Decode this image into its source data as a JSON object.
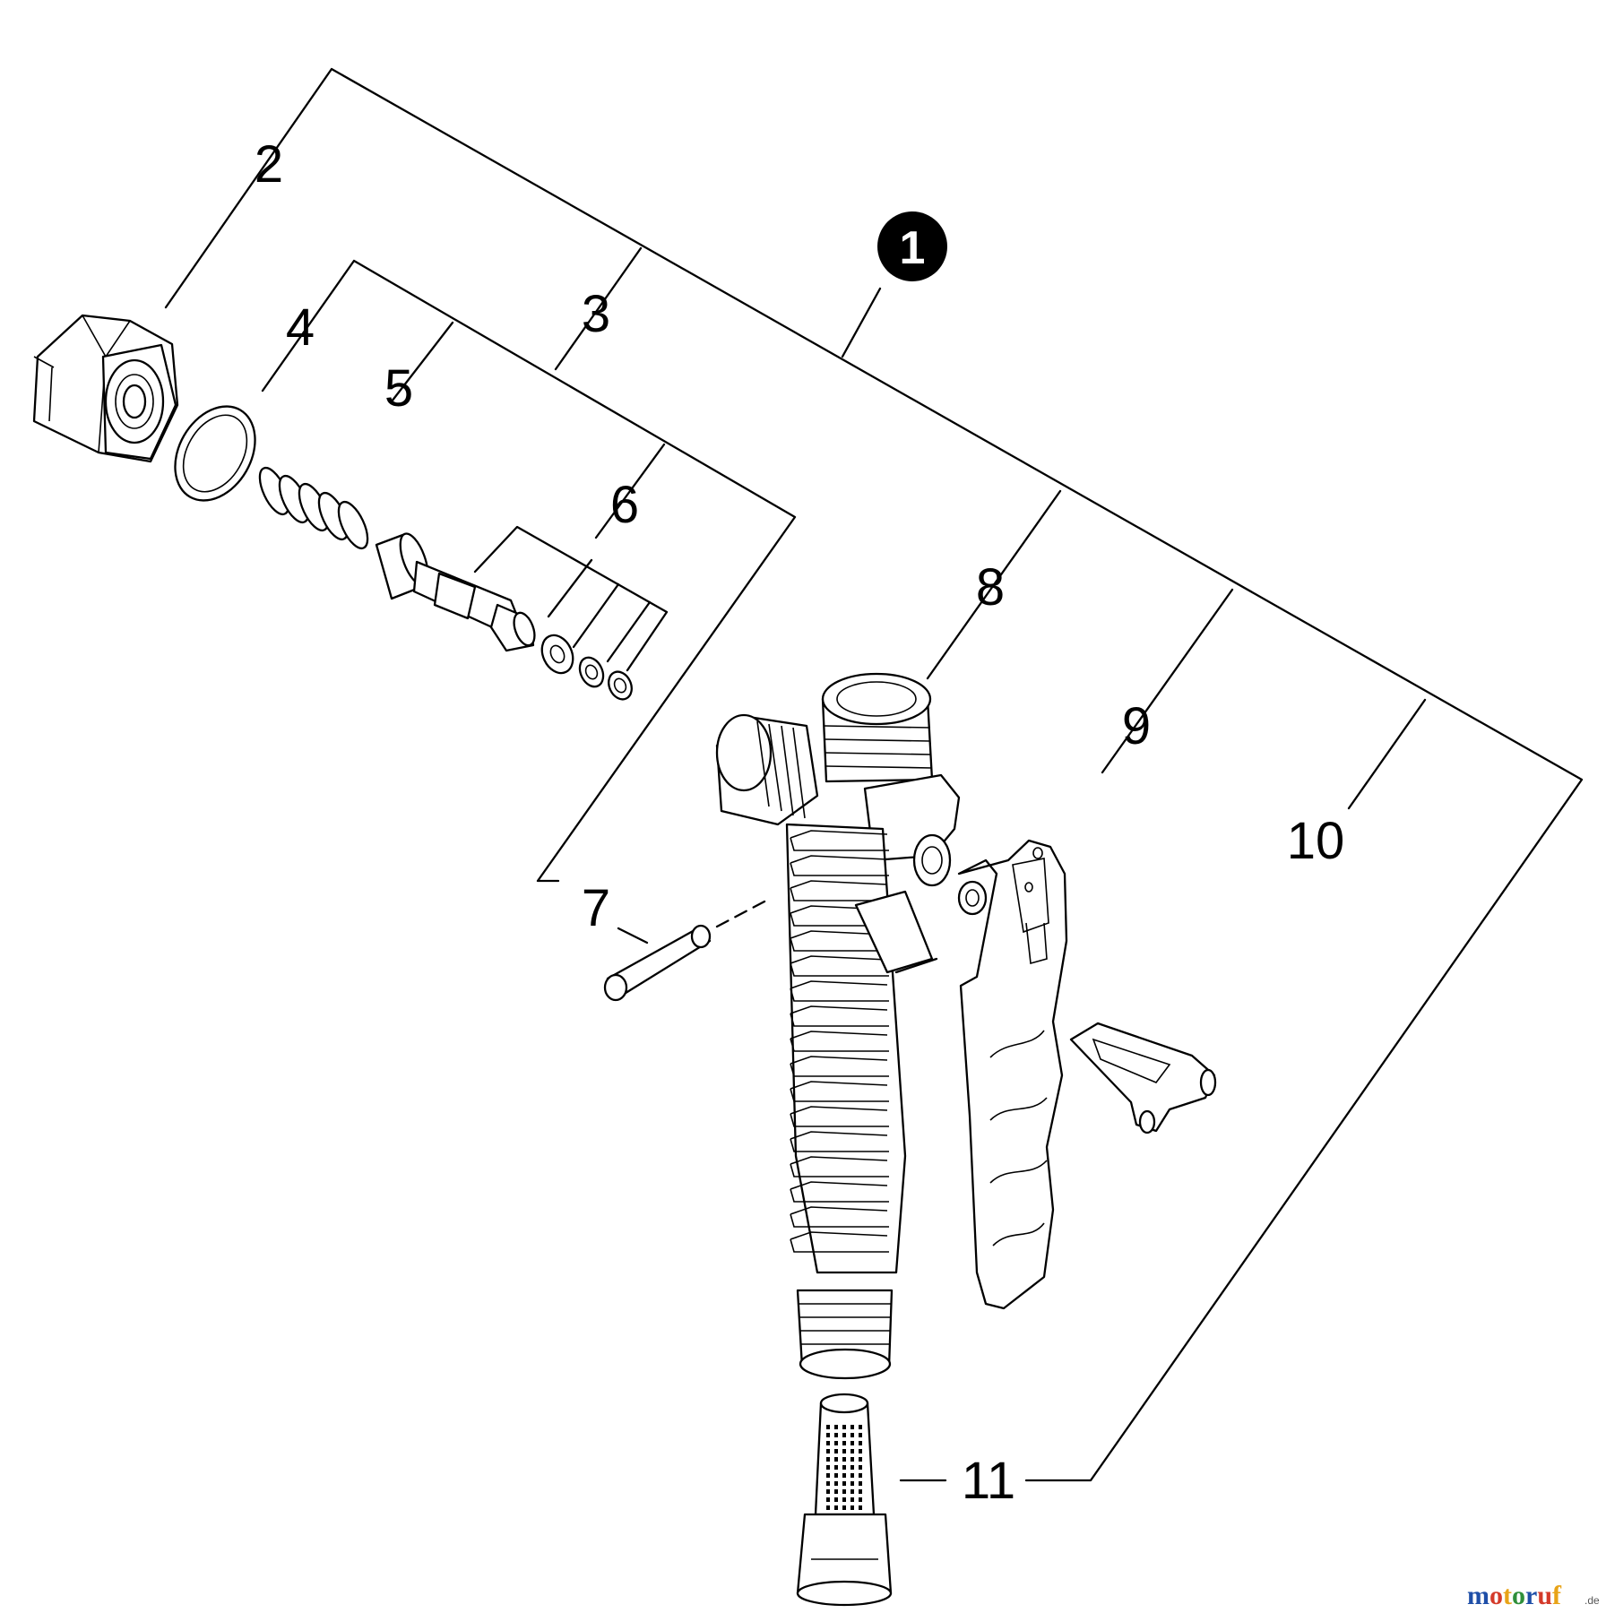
{
  "labels": {
    "p1": "1",
    "p2": "2",
    "p3": "3",
    "p4": "4",
    "p5": "5",
    "p6": "6",
    "p7": "7",
    "p8": "8",
    "p9": "9",
    "p10": "10",
    "p11": "11"
  },
  "watermark": {
    "main": "motoruf",
    "suffix": ".de",
    "colors": [
      "#1f4fa8",
      "#d43a2a",
      "#e8a317",
      "#2f8f3a",
      "#1f4fa8",
      "#d43a2a",
      "#e8a317"
    ]
  }
}
